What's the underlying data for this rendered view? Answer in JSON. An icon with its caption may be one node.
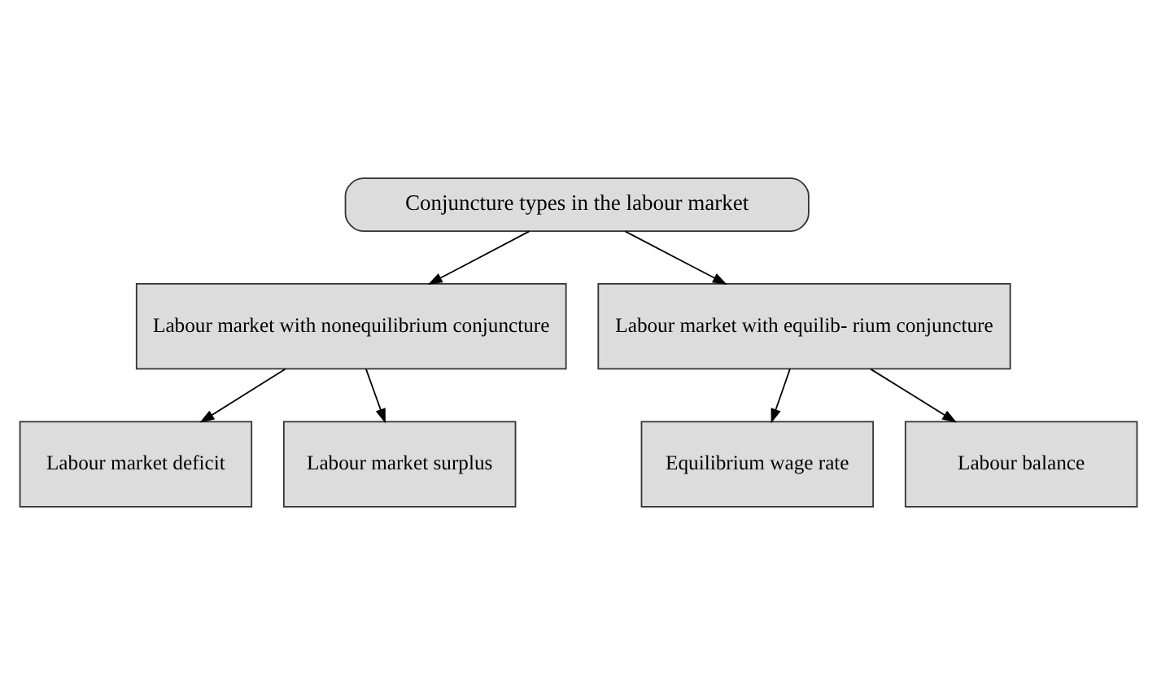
{
  "diagram": {
    "nodes": [
      {
        "text": [
          "Conjuncture types in the labour market"
        ]
      },
      {
        "text": [
          "Labour market with nonequilibrium conjuncture"
        ]
      },
      {
        "text": [
          "Labour market with equilib- rium conjuncture"
        ]
      },
      {
        "text": [
          "Labour market deficit"
        ]
      },
      {
        "text": [
          "Labour market surplus"
        ]
      },
      {
        "text": [
          "Equilibrium wage rate"
        ]
      },
      {
        "text": [
          "Labour balance"
        ]
      }
    ],
    "edges": [
      {
        "from": 0,
        "to": 1,
        "arrow": "to"
      },
      {
        "from": 0,
        "to": 2,
        "arrow": "to"
      },
      {
        "from": 1,
        "to": 3,
        "arrow": "to"
      },
      {
        "from": 1,
        "to": 4,
        "arrow": "to"
      },
      {
        "from": 2,
        "to": 5,
        "arrow": "to"
      },
      {
        "from": 2,
        "to": 6,
        "arrow": "to"
      }
    ]
  }
}
